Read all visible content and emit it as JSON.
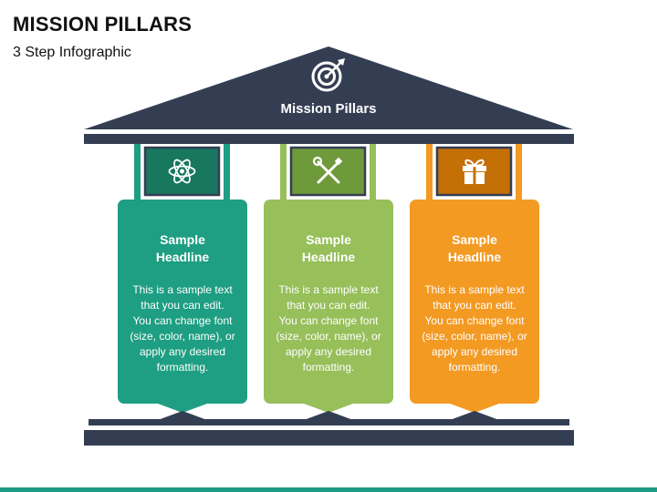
{
  "header": {
    "title": "MISSION PILLARS",
    "subtitle": "3 Step Infographic"
  },
  "roof": {
    "label": "Mission Pillars",
    "icon": "target-icon"
  },
  "pillars": [
    {
      "headline_line1": "Sample",
      "headline_line2": "Headline",
      "body_lines": [
        "This is a sample text",
        "that you can edit.",
        "You can change font",
        "(size, color, name), or",
        "apply any desired",
        "formatting."
      ],
      "icon": "atom-icon",
      "color": "#1e9e82",
      "icon_box_color": "#17775f"
    },
    {
      "headline_line1": "Sample",
      "headline_line2": "Headline",
      "body_lines": [
        "This is a sample text",
        "that you can edit.",
        "You can change font",
        "(size, color, name), or",
        "apply any desired",
        "formatting."
      ],
      "icon": "tools-icon",
      "color": "#97bf5a",
      "icon_box_color": "#6f9a3b"
    },
    {
      "headline_line1": "Sample",
      "headline_line2": "Headline",
      "body_lines": [
        "This is a sample text",
        "that you can edit.",
        "You can change font",
        "(size, color, name), or",
        "apply any desired",
        "formatting."
      ],
      "icon": "gift-icon",
      "color": "#f39a23",
      "icon_box_color": "#c56f07"
    }
  ],
  "colors": {
    "structure": "#343e53",
    "accent_stripe": "#1b9c82"
  }
}
